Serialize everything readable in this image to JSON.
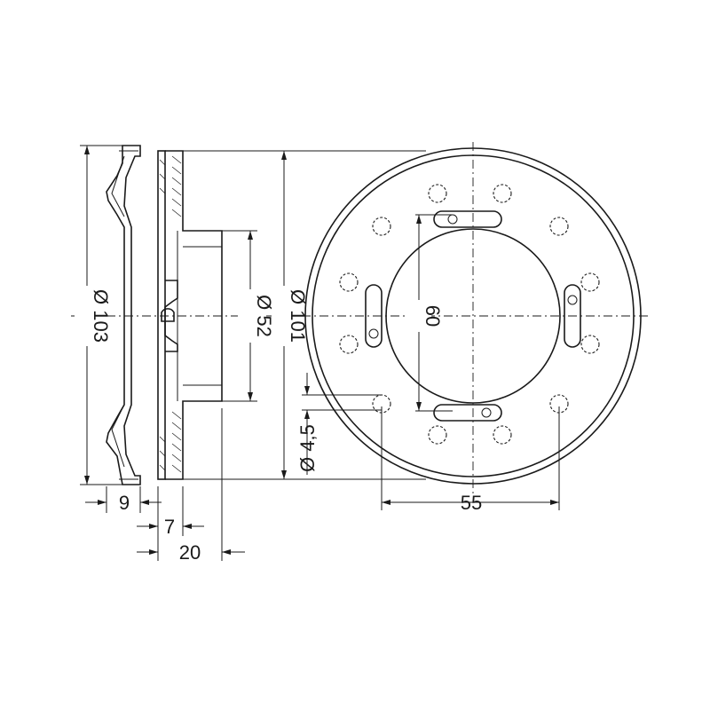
{
  "drawing": {
    "dimensions": {
      "outer_cover_diameter": "Ø 103",
      "base_outer_diameter": "Ø 101",
      "hub_diameter": "Ø 52",
      "cover_depth": "9",
      "flange_thickness": "7",
      "overall_depth": "20",
      "slot_distance": "60",
      "hole_diameter": "Ø 4,5",
      "hole_spacing": "55"
    }
  }
}
